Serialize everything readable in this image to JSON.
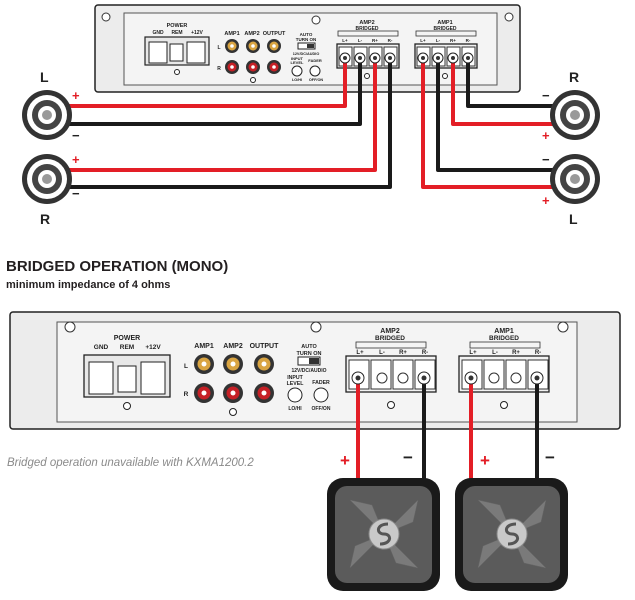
{
  "top_diagram": {
    "section_labels": {
      "power": "POWER",
      "amp1": "AMP1",
      "amp2": "AMP2",
      "output": "OUTPUT"
    },
    "terminals": {
      "gnd": "GND",
      "rem": "REM",
      "v12": "+12V"
    },
    "rca": {
      "left": "L",
      "right": "R"
    },
    "auto_turn_on": {
      "line1": "AUTO",
      "line2": "TURN ON",
      "line3": "12V/DC/AUDIO"
    },
    "input_level": {
      "line1": "INPUT",
      "line2": "LEVEL",
      "line3": "LO/HI"
    },
    "fader": {
      "line1": "FADER",
      "line2": "OFF/ON"
    },
    "amp2_group": {
      "name": "AMP2",
      "sub": "BRIDGED",
      "pins": [
        "L+",
        "L-",
        "R+",
        "R-"
      ]
    },
    "amp1_group": {
      "name": "AMP1",
      "sub": "BRIDGED",
      "pins": [
        "L+",
        "L-",
        "R+",
        "R-"
      ]
    },
    "speakers": {
      "left_top": "L",
      "left_bottom": "R",
      "right_top": "R",
      "right_bottom": "L",
      "plus": "+",
      "minus": "−"
    }
  },
  "section_title": "BRIDGED OPERATION (MONO)",
  "section_subtitle": "minimum impedance of 4 ohms",
  "note": "Bridged operation unavailable with KXMA1200.2",
  "bottom_diagram": {
    "section_labels": {
      "power": "POWER",
      "amp1": "AMP1",
      "amp2": "AMP2",
      "output": "OUTPUT"
    },
    "terminals": {
      "gnd": "GND",
      "rem": "REM",
      "v12": "+12V"
    },
    "rca": {
      "left": "L",
      "right": "R"
    },
    "auto_turn_on": {
      "line1": "AUTO",
      "line2": "TURN ON",
      "line3": "12V/DC/AUDIO"
    },
    "input_level": {
      "line1": "INPUT",
      "line2": "LEVEL",
      "line3": "LO/HI"
    },
    "fader": {
      "line1": "FADER",
      "line2": "OFF/ON"
    },
    "amp2_group": {
      "name": "AMP2",
      "sub": "BRIDGED",
      "pins": [
        "L+",
        "L-",
        "R+",
        "R-"
      ]
    },
    "amp1_group": {
      "name": "AMP1",
      "sub": "BRIDGED",
      "pins": [
        "L+",
        "L-",
        "R+",
        "R-"
      ]
    },
    "polarity": {
      "plus": "+",
      "minus": "−"
    }
  },
  "colors": {
    "positive_wire": "#e31e26",
    "negative_wire": "#1a1a1a",
    "amp_body": "#e6e7e8",
    "speaker_body": "#585858"
  }
}
